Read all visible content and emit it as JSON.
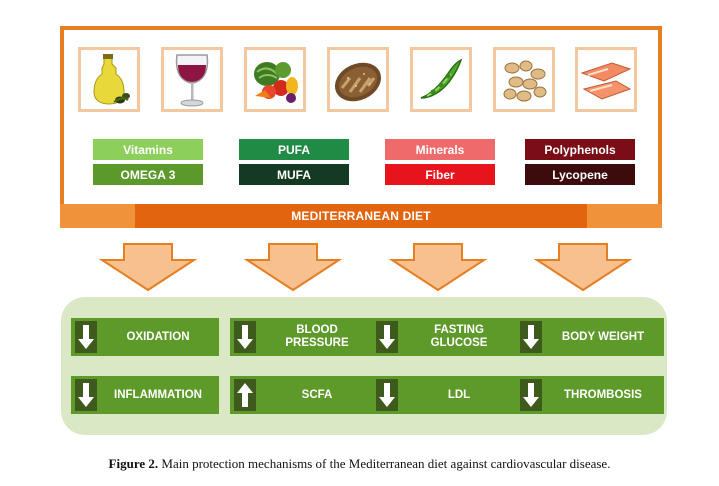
{
  "foods": [
    "olive-oil-icon",
    "red-wine-icon",
    "vegetables-icon",
    "bread-icon",
    "green-bean-icon",
    "nuts-icon",
    "fish-icon"
  ],
  "nutrients": {
    "vitamins": "Vitamins",
    "omega3": "OMEGA 3",
    "pufa": "PUFA",
    "mufa": "MUFA",
    "minerals": "Minerals",
    "fiber": "Fiber",
    "polyphenols": "Polyphenols",
    "lycopene": "Lycopene"
  },
  "diet_label": "MEDITERRANEAN DIET",
  "effects": {
    "oxidation": "OXIDATION",
    "blood_pressure": "BLOOD PRESSURE",
    "fasting_glucose": "FASTING GLUCOSE",
    "body_weight": "BODY WEIGHT",
    "inflammation": "INFLAMMATION",
    "scfa": "SCFA",
    "ldl": "LDL",
    "thrombosis": "THROMBOSIS"
  },
  "effect_directions": {
    "oxidation": "down",
    "blood_pressure": "down",
    "fasting_glucose": "down",
    "body_weight": "down",
    "inflammation": "down",
    "scfa": "up",
    "ldl": "down",
    "thrombosis": "down"
  },
  "caption": {
    "label": "Figure 2.",
    "text": "Main protection mechanisms of the Mediterranean diet against cardiovascular disease."
  },
  "colors": {
    "frame_orange": "#e67e22",
    "diet_bar": "#e2640e",
    "panel_bg": "#dbe8c5",
    "effect_green": "#5d9a2a"
  }
}
